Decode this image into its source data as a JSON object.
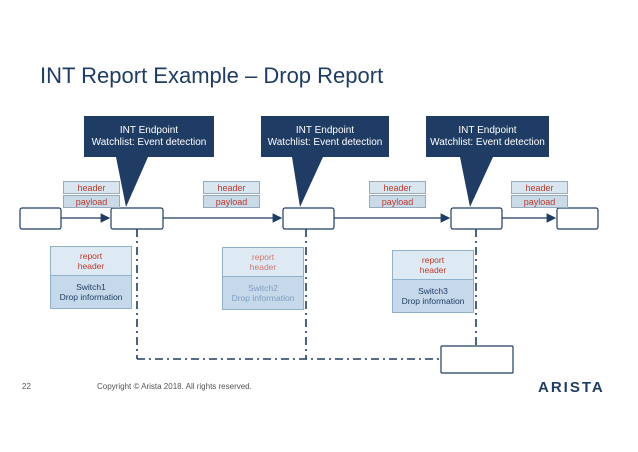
{
  "title": "INT Report Example – Drop Report",
  "endpoints": [
    {
      "line1": "INT Endpoint",
      "line2": "Watchlist: Event detection"
    },
    {
      "line1": "INT Endpoint",
      "line2": "Watchlist: Event detection"
    },
    {
      "line1": "INT Endpoint",
      "line2": "Watchlist: Event detection"
    }
  ],
  "packets": [
    {
      "header": "header",
      "payload": "payload"
    },
    {
      "header": "header",
      "payload": "payload"
    },
    {
      "header": "header",
      "payload": "payload"
    },
    {
      "header": "header",
      "payload": "payload"
    }
  ],
  "reports": [
    {
      "hdr1": "report",
      "hdr2": "header",
      "body1": "Switch1",
      "body2": "Drop information"
    },
    {
      "hdr1": "report",
      "hdr2": "header",
      "body1": "Switch2",
      "body2": "Drop information"
    },
    {
      "hdr1": "report",
      "hdr2": "header",
      "body1": "Switch3",
      "body2": "Drop information"
    }
  ],
  "footer": {
    "page_number": "22",
    "copyright": "Copyright © Arista 2018. All rights reserved.",
    "logo": "ARISTA"
  },
  "colors": {
    "callout_fill": "#1f3d64",
    "title": "#1f3d64",
    "line": "#1f3d64"
  }
}
